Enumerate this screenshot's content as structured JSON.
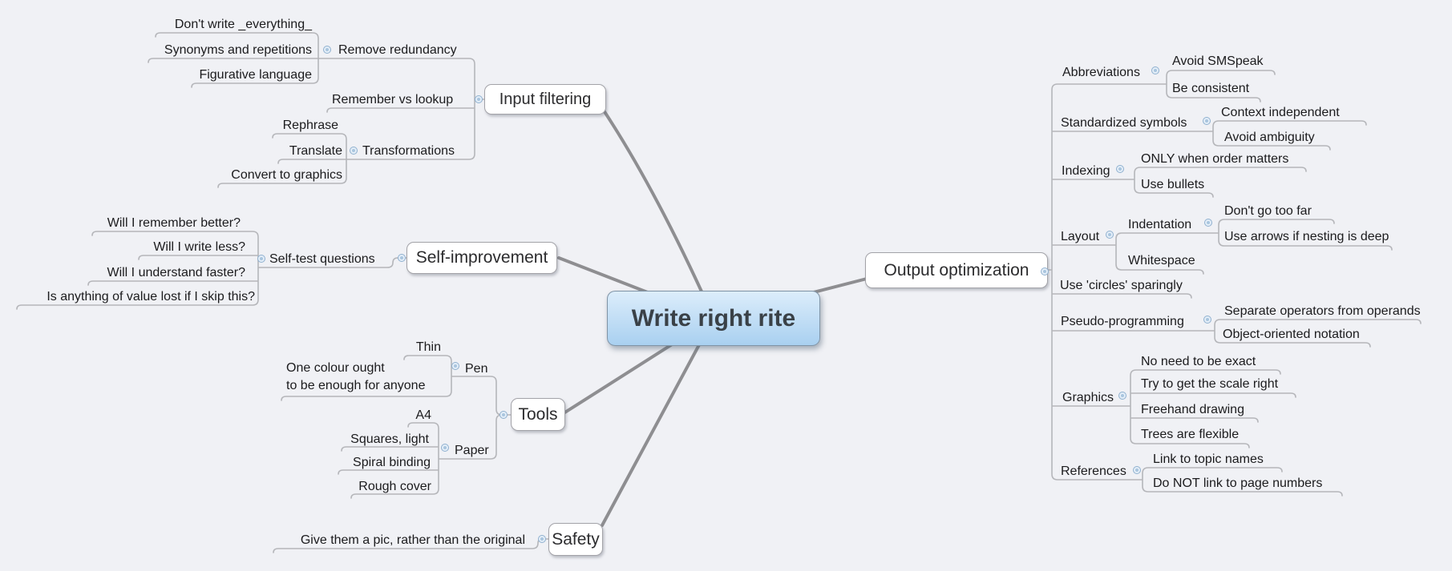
{
  "app": "mind-map",
  "colors": {
    "background": "#f0f1f5",
    "connector": "#b5b6ba",
    "branch": "#8e8e91",
    "text": "#1b1b1d",
    "topic-bg": "#ffffff",
    "topic-border": "#a3a3a8",
    "central-top": "#dcedfb",
    "central-bottom": "#a9d0f0",
    "central-border": "#8094a6",
    "collapse-bg": "#e4eef8",
    "collapse-border": "#8fb0cf"
  },
  "mindmap": {
    "central": {
      "label": "Write right rite"
    },
    "branches": [
      {
        "label": "Input filtering",
        "children": [
          {
            "label": "Remove redundancy",
            "children": [
              {
                "label": "Don't write _everything_"
              },
              {
                "label": "Synonyms and repetitions"
              },
              {
                "label": "Figurative language"
              }
            ]
          },
          {
            "label": "Remember vs lookup"
          },
          {
            "label": "Transformations",
            "children": [
              {
                "label": "Rephrase"
              },
              {
                "label": "Translate"
              },
              {
                "label": "Convert to graphics"
              }
            ]
          }
        ]
      },
      {
        "label": "Self-improvement",
        "children": [
          {
            "label": "Self-test questions",
            "children": [
              {
                "label": "Will I remember better?"
              },
              {
                "label": "Will I write less?"
              },
              {
                "label": "Will I understand faster?"
              },
              {
                "label": "Is anything of value lost if I skip this?"
              }
            ]
          }
        ]
      },
      {
        "label": "Tools",
        "children": [
          {
            "label": "Pen",
            "children": [
              {
                "label": "Thin"
              },
              {
                "label": "One colour ought\nto be enough for anyone"
              }
            ]
          },
          {
            "label": "Paper",
            "children": [
              {
                "label": "A4"
              },
              {
                "label": "Squares, light"
              },
              {
                "label": "Spiral binding"
              },
              {
                "label": "Rough cover"
              }
            ]
          }
        ]
      },
      {
        "label": "Safety",
        "children": [
          {
            "label": "Give them a pic, rather than the original"
          }
        ]
      },
      {
        "label": "Output optimization",
        "children": [
          {
            "label": "Abbreviations",
            "children": [
              {
                "label": "Avoid SMSpeak"
              },
              {
                "label": "Be consistent"
              }
            ]
          },
          {
            "label": "Standardized symbols",
            "children": [
              {
                "label": "Context independent"
              },
              {
                "label": "Avoid ambiguity"
              }
            ]
          },
          {
            "label": "Indexing",
            "children": [
              {
                "label": "ONLY when order matters"
              },
              {
                "label": "Use bullets"
              }
            ]
          },
          {
            "label": "Layout",
            "children": [
              {
                "label": "Indentation",
                "children": [
                  {
                    "label": "Don't go too far"
                  },
                  {
                    "label": "Use arrows if nesting is deep"
                  }
                ]
              },
              {
                "label": "Whitespace"
              }
            ]
          },
          {
            "label": "Use 'circles' sparingly"
          },
          {
            "label": "Pseudo-programming",
            "children": [
              {
                "label": "Separate operators from operands"
              },
              {
                "label": "Object-oriented notation"
              }
            ]
          },
          {
            "label": "Graphics",
            "children": [
              {
                "label": "No need to be exact"
              },
              {
                "label": "Try to get the scale right"
              },
              {
                "label": "Freehand drawing"
              },
              {
                "label": "Trees are flexible"
              }
            ]
          },
          {
            "label": "References",
            "children": [
              {
                "label": "Link to topic names"
              },
              {
                "label": "Do NOT link to page numbers"
              }
            ]
          }
        ]
      }
    ]
  }
}
